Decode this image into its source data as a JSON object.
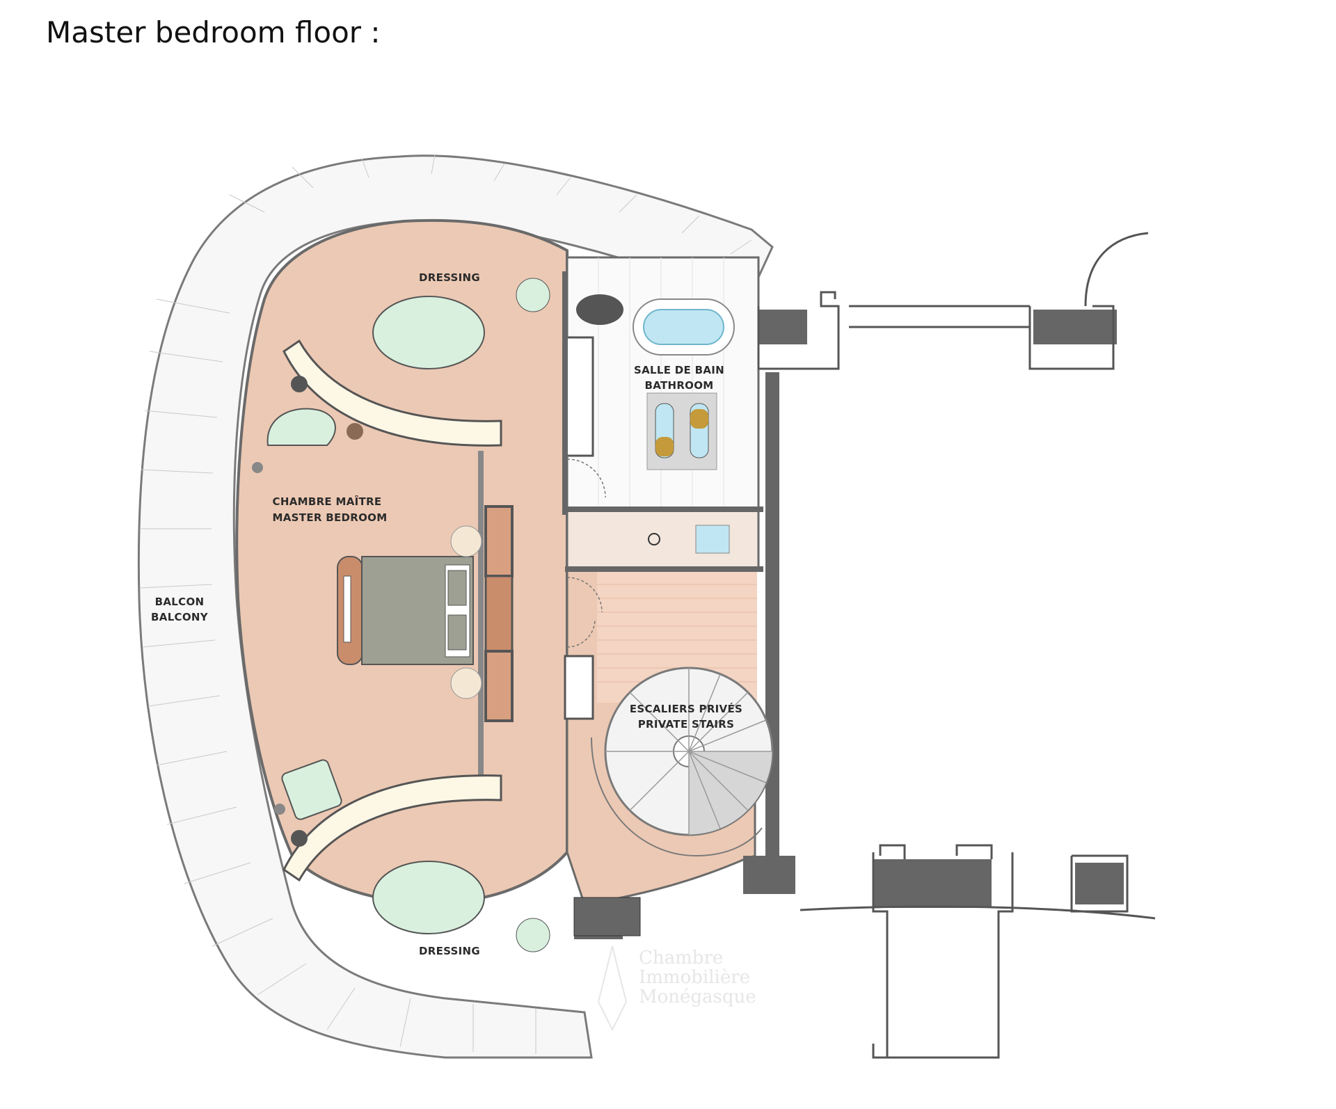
{
  "title": "Master bedroom floor :",
  "rooms": {
    "dressing_top": "DRESSING",
    "dressing_bottom": "DRESSING",
    "master_fr": "CHAMBRE MAÎTRE",
    "master_en": "MASTER BEDROOM",
    "bath_fr": "SALLE DE BAIN",
    "bath_en": "BATHROOM",
    "balcony_fr": "BALCON",
    "balcony_en": "BALCONY",
    "stairs_fr": "ESCALIERS PRIVÉS",
    "stairs_en": "PRIVATE STAIRS"
  },
  "watermark": {
    "line1": "Chambre",
    "line2": "Immobilière",
    "line3": "Monégasque"
  },
  "colors": {
    "room_fill": "#ecc9b4",
    "wall": "#666666",
    "furniture_green": "#d9f0df",
    "bath_blue": "#bfe6f2",
    "floor_wood": "#f4d4c2"
  }
}
